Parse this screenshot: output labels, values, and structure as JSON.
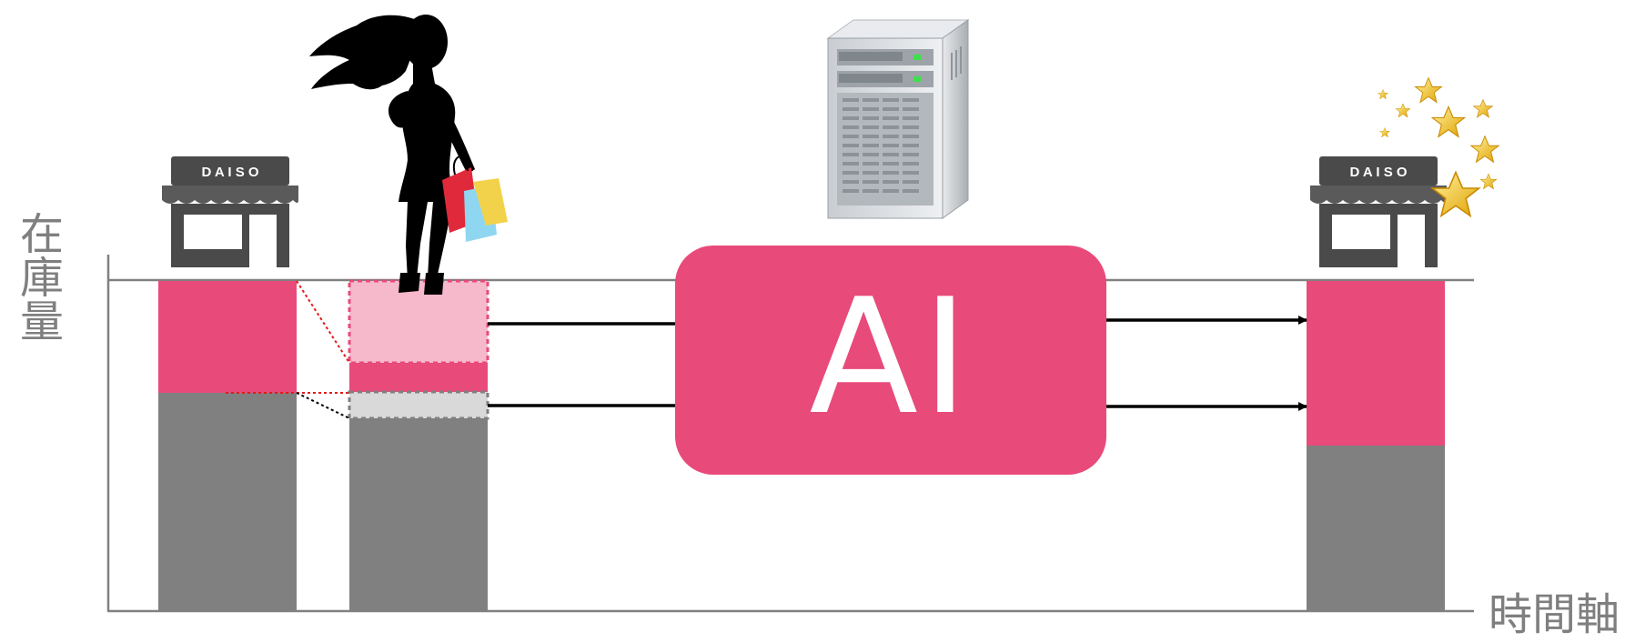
{
  "labels": {
    "y_axis": "在庫量",
    "x_axis": "時間軸",
    "ai": "AI",
    "store_sign": "D A I S O"
  },
  "icons": {
    "store_left": "store-icon",
    "store_right": "store-icon",
    "shopper": "shopper-silhouette-icon",
    "server": "server-icon",
    "stars": "stars-icon"
  },
  "colors": {
    "pink": "#e84a7a",
    "light_pink": "#f6b8cb",
    "gray": "#808080",
    "light_gray": "#d9d9d9",
    "axis": "#808080"
  }
}
